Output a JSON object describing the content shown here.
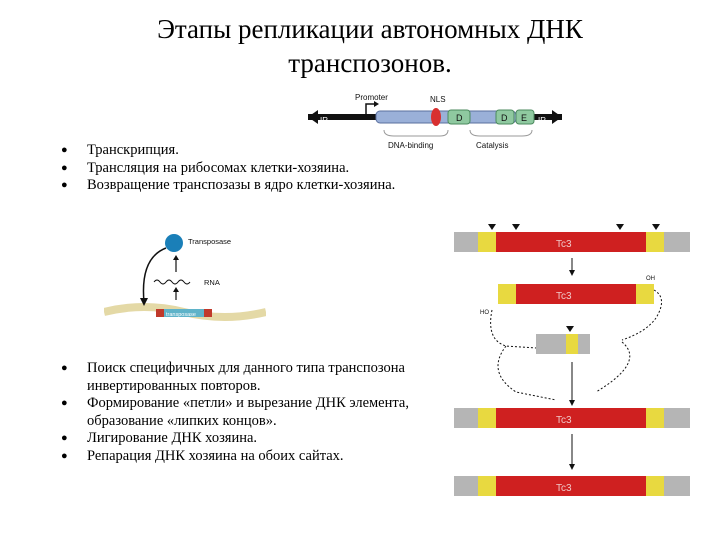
{
  "slide": {
    "title_line1": "Этапы репликации автономных ДНК",
    "title_line2": "транспозонов.",
    "top_bullets": [
      "Транскрипция.",
      "Трансляция на рибосомах клетки-хозяина.",
      "Возвращение транспозазы в ядро клетки-хозяина."
    ],
    "bottom_bullets": [
      "Поиск специфичных для данного типа транспозона инвертированных повторов.",
      "Формирование «петли» и вырезание ДНК элемента, образование «липких концов».",
      "Лигирование ДНК хозяина.",
      "Репарация ДНК хозяина на обоих сайтах."
    ]
  },
  "gene_diagram": {
    "ir_left": "IR",
    "ir_right": "IR",
    "promoter": "Promoter",
    "nls": "NLS",
    "domain_d1": "D",
    "domain_d2": "D",
    "domain_e": "E",
    "dna_binding": "DNA-binding",
    "catalysis": "Catalysis"
  },
  "transposase_diagram": {
    "protein": "Transposase",
    "rna": "RNA",
    "dna": "transposase"
  },
  "tc3_diagram": {
    "element": "Tc3",
    "oh": "OH",
    "ho": "HO"
  }
}
